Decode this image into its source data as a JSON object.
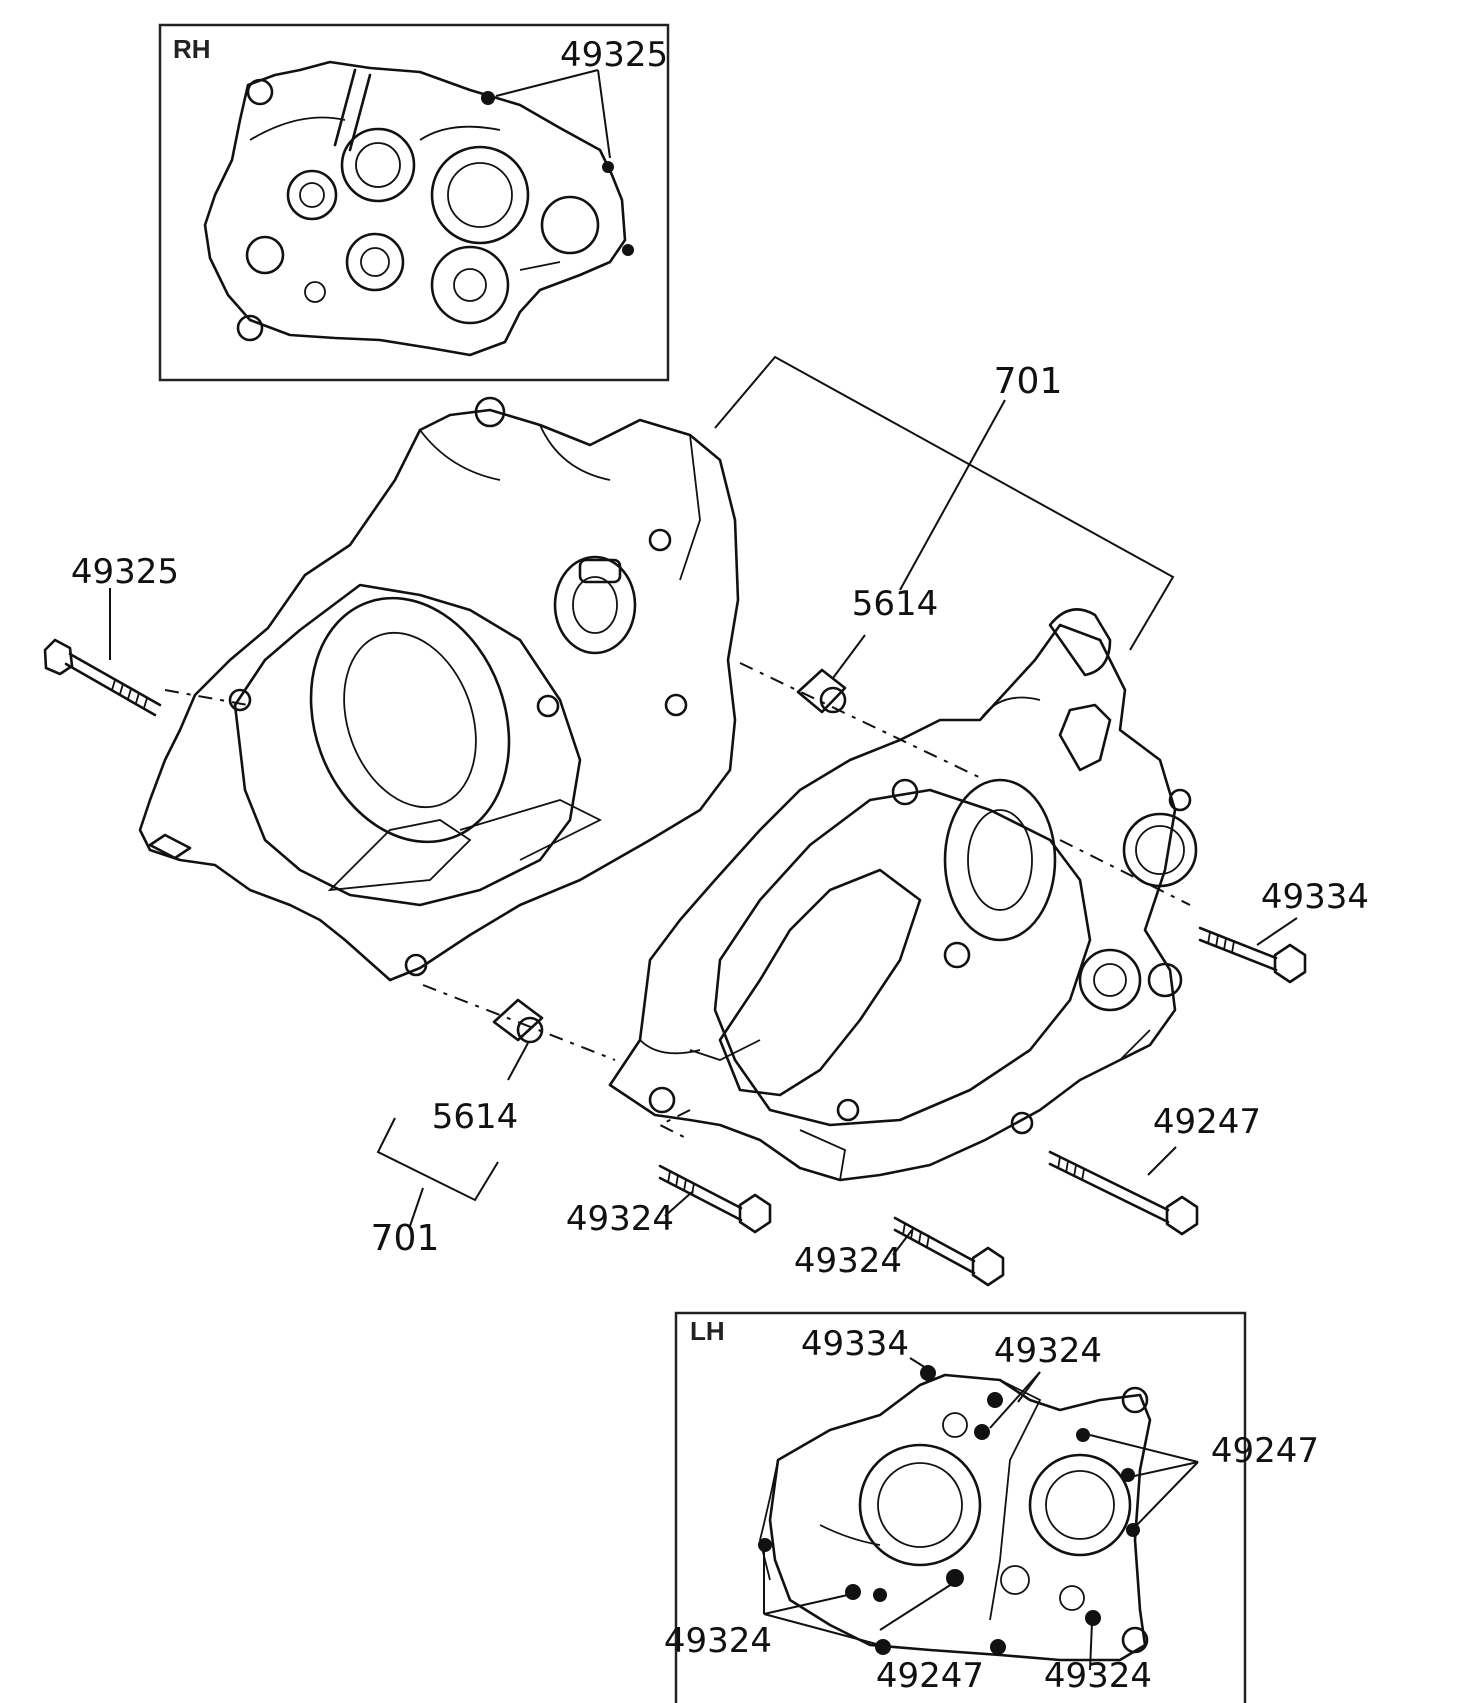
{
  "insets": {
    "rh": {
      "title": "RH",
      "callout": "49325"
    },
    "lh": {
      "title": "LH",
      "callouts": [
        "49334",
        "49324",
        "49247",
        "49324",
        "49247",
        "49324"
      ]
    }
  },
  "callouts": {
    "bolt_rh_side": "49325",
    "case_top": "701",
    "dowel_upper": "5614",
    "bolt_rear": "49334",
    "dowel_lower": "5614",
    "case_bottom": "701",
    "bolt_bottom_right": "49247",
    "bolt_bottom_a": "49324",
    "bolt_bottom_b": "49324"
  }
}
